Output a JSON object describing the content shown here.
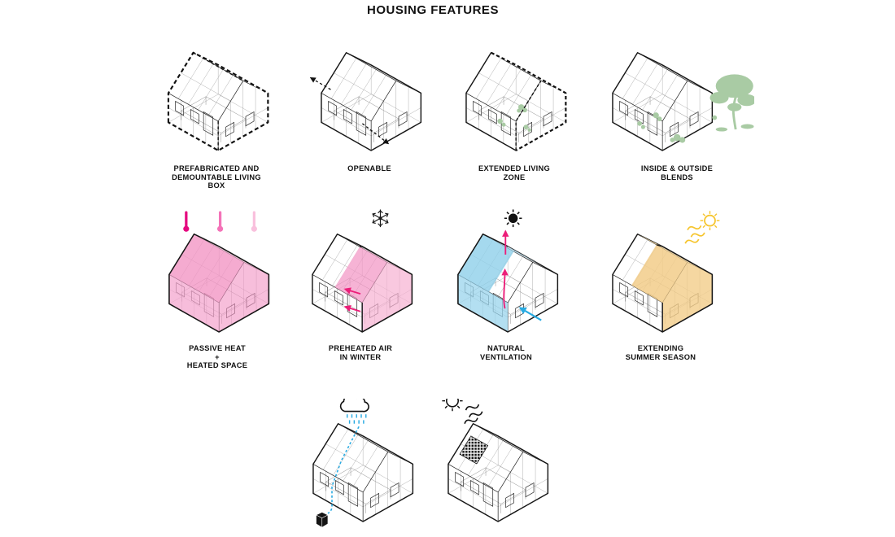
{
  "title": "HOUSING FEATURES",
  "colors": {
    "line": "#161616",
    "pink": "#f293c3",
    "pink_light": "#f8cade",
    "magenta": "#ec1e79",
    "blue": "#8fd0ea",
    "blue_accent": "#29abe2",
    "yellow": "#f2cd8a",
    "yellow_sun": "#f6c52e",
    "green": "#a9cba4"
  },
  "features": [
    {
      "id": "prefab-box",
      "label": "PREFABRICATED AND\nDEMOUNTABLE LIVING\nBOX",
      "icons": [
        "dashed-outline-house-icon"
      ]
    },
    {
      "id": "openable",
      "label": "OPENABLE",
      "icons": [
        "house-icon",
        "open-arrow-icon"
      ]
    },
    {
      "id": "extended-living-zone",
      "label": "EXTENDED LIVING\nZONE",
      "icons": [
        "house-icon",
        "dashed-zone-icon",
        "plants-icon"
      ]
    },
    {
      "id": "inside-outside-blends",
      "label": "INSIDE & OUTSIDE\nBLENDS",
      "icons": [
        "house-icon",
        "tree-icon",
        "plants-icon"
      ]
    },
    {
      "id": "passive-heat",
      "label": "PASSIVE HEAT\n+\nHEATED SPACE",
      "icons": [
        "thermometer-icon",
        "heated-house-icon"
      ]
    },
    {
      "id": "preheated-air-in-winter",
      "label": "PREHEATED AIR\nIN WINTER",
      "icons": [
        "snowflake-icon",
        "house-icon",
        "inflow-arrow-icon"
      ]
    },
    {
      "id": "natural-ventilation",
      "label": "NATURAL\nVENTILATION",
      "icons": [
        "sun-icon",
        "house-icon",
        "updraft-arrow-icon",
        "intake-arrow-icon"
      ]
    },
    {
      "id": "extending-summer-season",
      "label": "EXTENDING\nSUMMER SEASON",
      "icons": [
        "sun-icon",
        "heat-waves-icon",
        "house-icon"
      ]
    },
    {
      "id": "rainwater-collection",
      "icons": [
        "rain-cloud-icon",
        "rain-icon",
        "house-icon",
        "collection-pipe-icon",
        "water-tank-icon"
      ]
    },
    {
      "id": "solar-panel",
      "icons": [
        "sun-icon",
        "heat-waves-icon",
        "house-icon",
        "solar-panel-icon"
      ]
    }
  ]
}
